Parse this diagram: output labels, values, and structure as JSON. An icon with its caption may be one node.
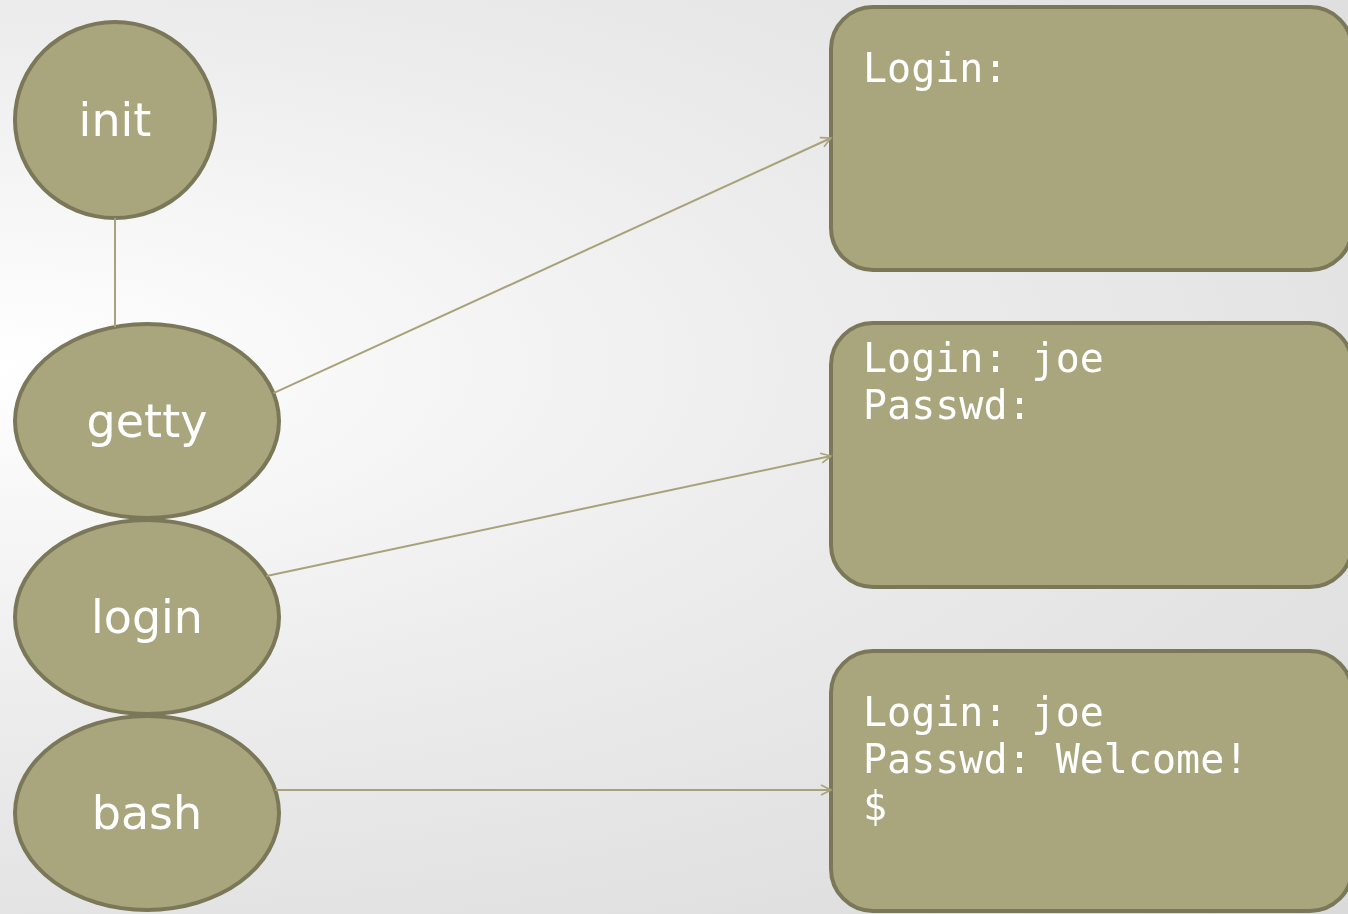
{
  "diagram": {
    "nodes": [
      {
        "text": [
          "init"
        ]
      },
      {
        "text": [
          "getty"
        ]
      },
      {
        "text": [
          "login"
        ]
      },
      {
        "text": [
          "bash"
        ]
      },
      {
        "text": [
          "Login:"
        ]
      },
      {
        "text": [
          "Login: joe",
          "Passwd:"
        ]
      },
      {
        "text": [
          "Login: joe",
          "Passwd: Welcome!",
          "$"
        ]
      }
    ],
    "edges": [
      {
        "from": 0,
        "to": 1,
        "arrow": "none"
      },
      {
        "from": 1,
        "to": 4,
        "arrow": "to"
      },
      {
        "from": 2,
        "to": 5,
        "arrow": "to"
      },
      {
        "from": 3,
        "to": 6,
        "arrow": "to"
      }
    ]
  }
}
